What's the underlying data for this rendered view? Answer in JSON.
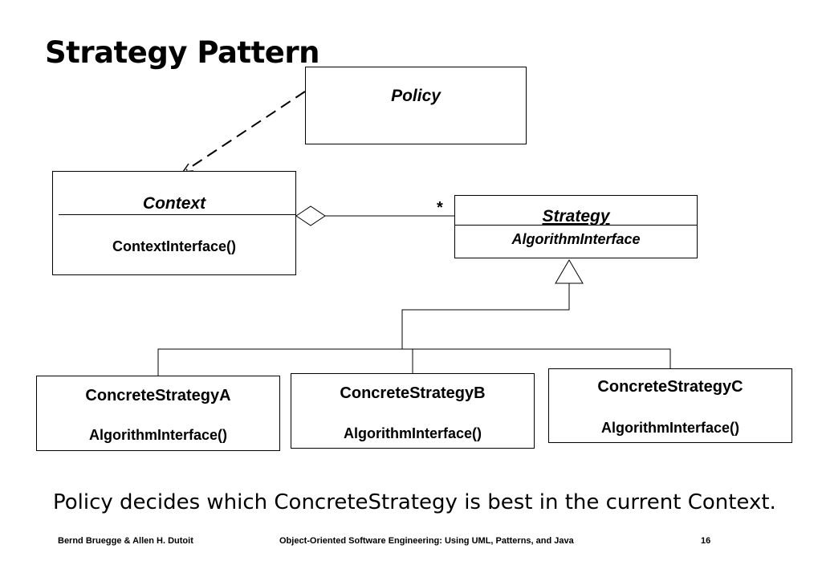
{
  "slide": {
    "title": "Strategy Pattern",
    "caption": "Policy decides which ConcreteStrategy is best in the current Context."
  },
  "diagram": {
    "policy": {
      "name": "Policy"
    },
    "context": {
      "name": "Context",
      "operation": "ContextInterface()"
    },
    "strategy": {
      "name": "Strategy",
      "operation": "AlgorithmInterface"
    },
    "association": {
      "multiplicity": "*"
    },
    "concrete": [
      {
        "name": "ConcreteStrategyA",
        "operation": "AlgorithmInterface()"
      },
      {
        "name": "ConcreteStrategyB",
        "operation": "AlgorithmInterface()"
      },
      {
        "name": "ConcreteStrategyC",
        "operation": "AlgorithmInterface()"
      }
    ]
  },
  "footer": {
    "authors": "Bernd Bruegge & Allen H. Dutoit",
    "book": "Object-Oriented Software Engineering: Using UML, Patterns, and Java",
    "page": "16"
  }
}
